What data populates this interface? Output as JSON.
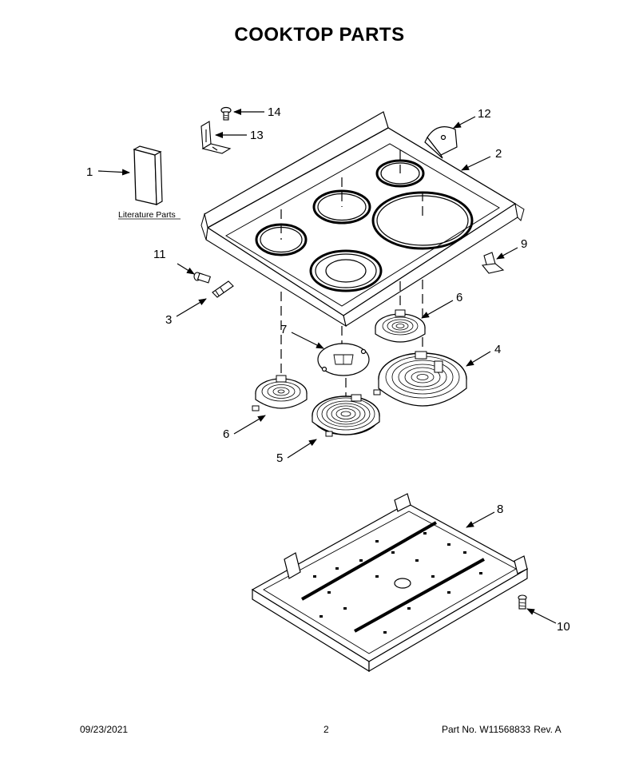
{
  "title": "COOKTOP PARTS",
  "literature_label": "Literature Parts",
  "callouts": {
    "c1": "1",
    "c2": "2",
    "c3": "3",
    "c4": "4",
    "c5": "5",
    "c6a": "6",
    "c6b": "6",
    "c7": "7",
    "c8": "8",
    "c9": "9",
    "c10": "10",
    "c11": "11",
    "c12": "12",
    "c13": "13",
    "c14": "14"
  },
  "footer": {
    "date": "09/23/2021",
    "page": "2",
    "part_no": "Part No. W11568833",
    "rev": "Rev. A"
  }
}
